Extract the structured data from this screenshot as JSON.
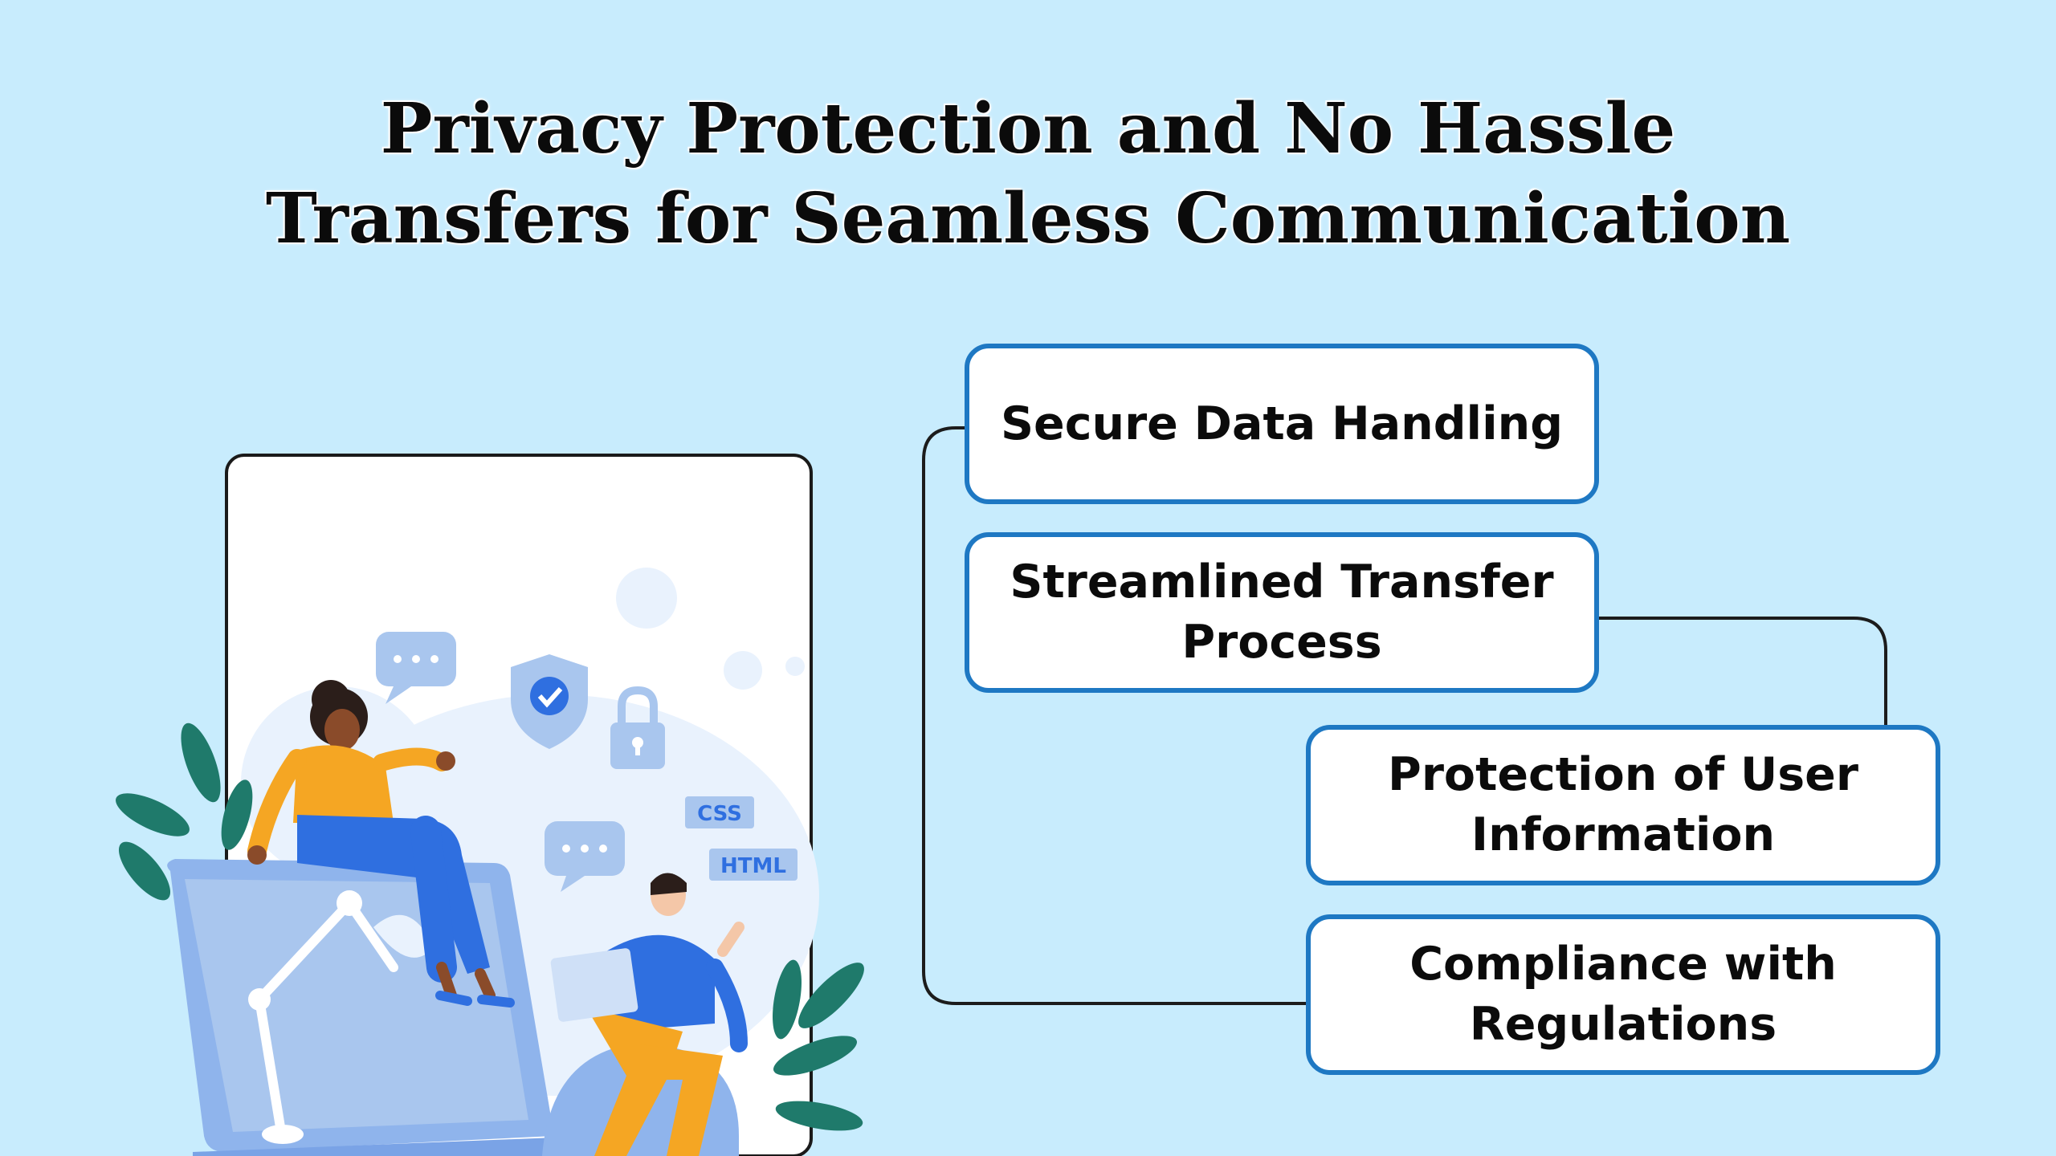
{
  "title": {
    "line1": "Privacy Protection and No Hassle",
    "line2": "Transfers for Seamless Communication"
  },
  "cards": [
    {
      "label": "Secure Data Handling"
    },
    {
      "label": "Streamlined Transfer Process"
    },
    {
      "label": "Protection of User Information"
    },
    {
      "label": "Compliance with Regulations"
    }
  ],
  "illustration": {
    "tag_css": "CSS",
    "tag_html": "HTML"
  },
  "colors": {
    "background": "#c8ecfd",
    "card_border": "#1e78c3",
    "accent_orange": "#f5a623",
    "accent_blue": "#2f6fe0"
  }
}
